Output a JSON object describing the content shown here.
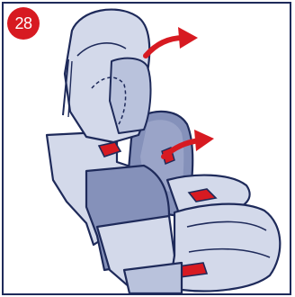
{
  "step": {
    "number": "28"
  },
  "colors": {
    "step_badge": "#d71a21",
    "outline": "#1e2a5a",
    "seat_light": "#d3d9ea",
    "seat_mid": "#b9c2dc",
    "seat_dark": "#8591ba",
    "accent_red": "#d71a21",
    "arrow": "#d71a21"
  },
  "icons": [
    "headrest-extend-arrow",
    "backrest-extend-arrow"
  ]
}
